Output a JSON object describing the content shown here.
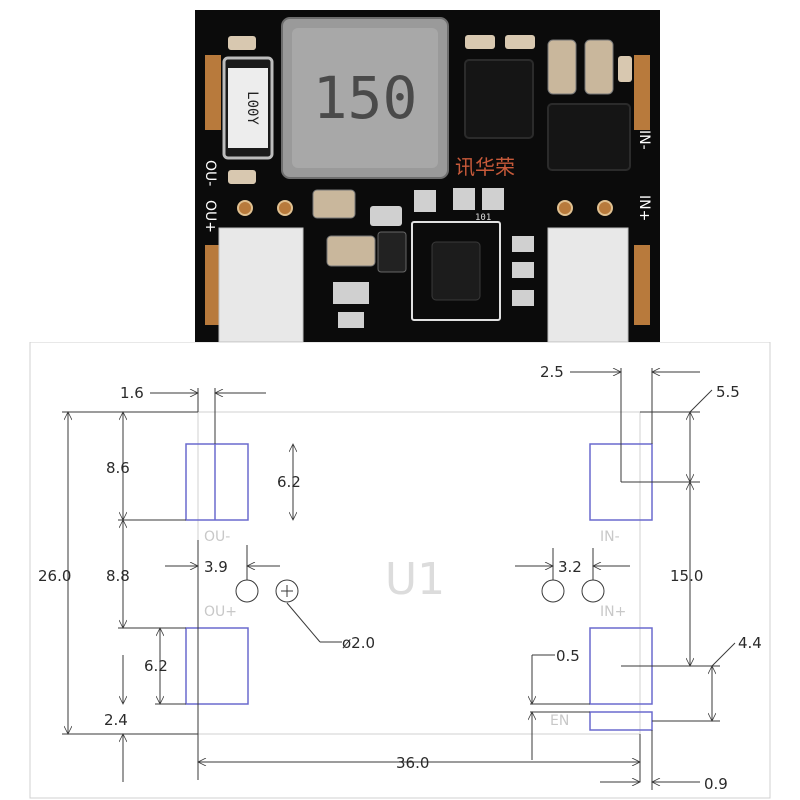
{
  "photo": {
    "inductor_marking": "150",
    "resistor_marking": "L00Y",
    "brand_text": "讯华荣",
    "out_minus_label": "OU-",
    "out_plus_label": "OU+",
    "in_minus_label": "IN-",
    "in_plus_label": "IN+",
    "small_marking": "101"
  },
  "drawing": {
    "component_ref": "U1",
    "pad_labels": {
      "out_minus": "OU-",
      "out_plus": "OU+",
      "in_minus": "IN-",
      "in_plus": "IN+",
      "enable": "EN"
    },
    "dimensions": {
      "top_left_offset": "1.6",
      "top_right_offset": "2.5",
      "right_edge_offset": "5.5",
      "total_height": "26.0",
      "top_pad_gap": "8.6",
      "pad_height_top": "6.2",
      "pad_spacing": "8.8",
      "pad_height_bottom": "6.2",
      "bottom_margin": "2.4",
      "left_hole_offset": "3.9",
      "right_hole_offset": "3.2",
      "hole_diameter": "ø2.0",
      "in_pad_span": "15.0",
      "en_gap": "0.5",
      "en_offset": "4.4",
      "total_width": "36.0",
      "bottom_right_offset": "0.9"
    }
  },
  "colors": {
    "pcb_black": "#0b0b0b",
    "pad_gold": "#b87a3c",
    "inductor_gray": "#9a9a9a",
    "pad_outline": "#6a6acd",
    "dimension_line": "#3a3a3a",
    "silkscreen_gray": "#c8c8c8",
    "brand_red": "#c85a3a"
  }
}
